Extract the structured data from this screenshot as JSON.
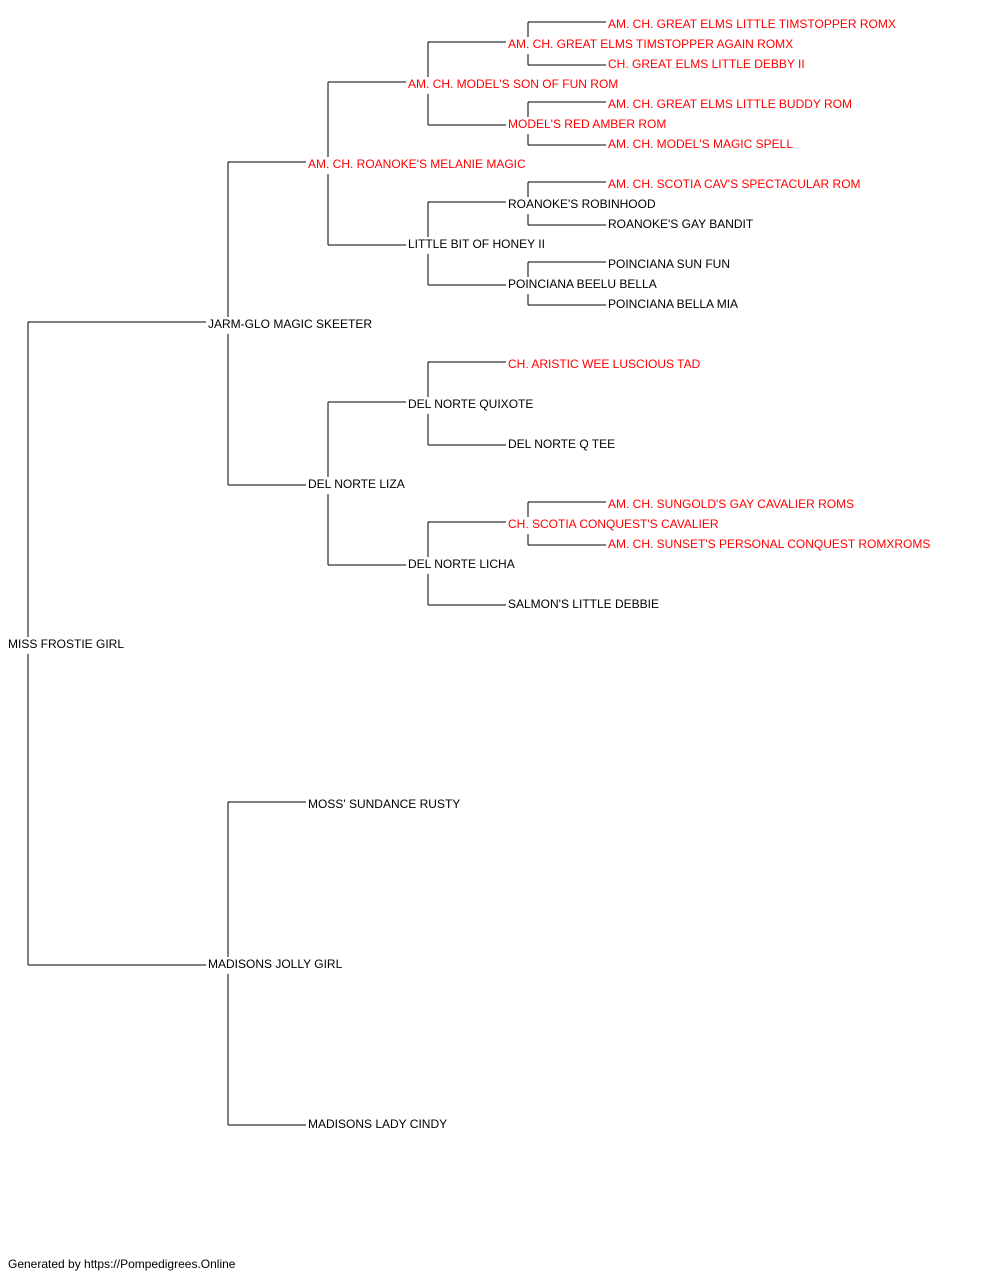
{
  "colors": {
    "champion": "#ff0000",
    "normal": "#000000",
    "line": "#000000"
  },
  "pedigree": {
    "name": "MISS FROSTIE GIRL",
    "champion": false,
    "sire": {
      "name": "JARM-GLO MAGIC SKEETER",
      "champion": false,
      "sire": {
        "name": "AM. CH. ROANOKE'S MELANIE MAGIC",
        "champion": true,
        "sire": {
          "name": "AM. CH. MODEL'S SON OF FUN ROM",
          "champion": true,
          "sire": {
            "name": "AM. CH. GREAT ELMS TIMSTOPPER AGAIN ROMX",
            "champion": true,
            "sire": {
              "name": "AM. CH. GREAT ELMS LITTLE TIMSTOPPER ROMX",
              "champion": true
            },
            "dam": {
              "name": "CH. GREAT ELMS LITTLE DEBBY II",
              "champion": true
            }
          },
          "dam": {
            "name": "MODEL'S RED AMBER ROM",
            "champion": true,
            "sire": {
              "name": "AM. CH. GREAT ELMS LITTLE BUDDY ROM",
              "champion": true
            },
            "dam": {
              "name": "AM. CH. MODEL'S MAGIC SPELL",
              "champion": true
            }
          }
        },
        "dam": {
          "name": "LITTLE BIT OF HONEY II",
          "champion": false,
          "sire": {
            "name": "ROANOKE'S ROBINHOOD",
            "champion": false,
            "sire": {
              "name": "AM. CH. SCOTIA CAV'S SPECTACULAR ROM",
              "champion": true
            },
            "dam": {
              "name": "ROANOKE'S GAY BANDIT",
              "champion": false
            }
          },
          "dam": {
            "name": "POINCIANA BEELU BELLA",
            "champion": false,
            "sire": {
              "name": "POINCIANA SUN FUN",
              "champion": false
            },
            "dam": {
              "name": "POINCIANA BELLA MIA",
              "champion": false
            }
          }
        }
      },
      "dam": {
        "name": "DEL NORTE LIZA",
        "champion": false,
        "sire": {
          "name": "DEL NORTE QUIXOTE",
          "champion": false,
          "sire": {
            "name": "CH. ARISTIC WEE LUSCIOUS TAD",
            "champion": true
          },
          "dam": {
            "name": "DEL NORTE Q TEE",
            "champion": false
          }
        },
        "dam": {
          "name": "DEL NORTE LICHA",
          "champion": false,
          "sire": {
            "name": "CH. SCOTIA CONQUEST'S CAVALIER",
            "champion": true,
            "sire": {
              "name": "AM. CH. SUNGOLD'S GAY CAVALIER ROMS",
              "champion": true
            },
            "dam": {
              "name": "AM. CH. SUNSET'S PERSONAL CONQUEST ROMXROMS",
              "champion": true
            }
          },
          "dam": {
            "name": "SALMON'S LITTLE DEBBIE",
            "champion": false
          }
        }
      }
    },
    "dam": {
      "name": "MADISONS JOLLY GIRL",
      "champion": false,
      "sire": {
        "name": "MOSS' SUNDANCE RUSTY",
        "champion": false
      },
      "dam": {
        "name": "MADISONS LADY CINDY",
        "champion": false
      }
    }
  },
  "footer": "Generated by https://Pompedigrees.Online"
}
